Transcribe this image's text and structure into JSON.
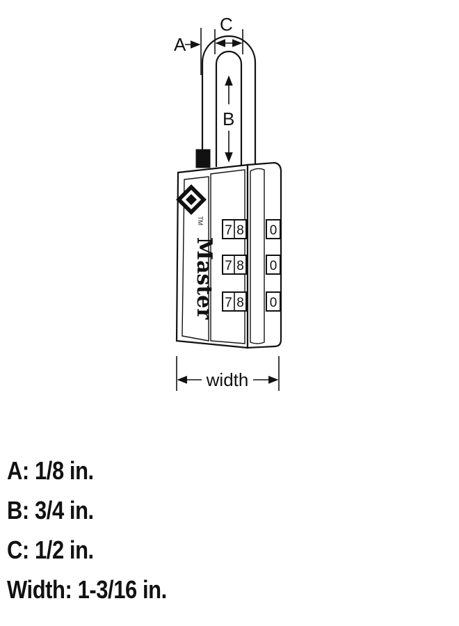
{
  "labels": {
    "a": "A",
    "b": "B",
    "c": "C",
    "width": "width"
  },
  "lock": {
    "brand": "Master",
    "trademark": "TM",
    "dials": [
      {
        "left": "7",
        "mid": "8",
        "right": "0"
      },
      {
        "left": "7",
        "mid": "8",
        "right": "0"
      },
      {
        "left": "7",
        "mid": "8",
        "right": "0"
      }
    ]
  },
  "specs": [
    "A: 1/8 in.",
    "B: 3/4 in.",
    "C: 1/2 in.",
    "Width: 1-3/16 in."
  ]
}
